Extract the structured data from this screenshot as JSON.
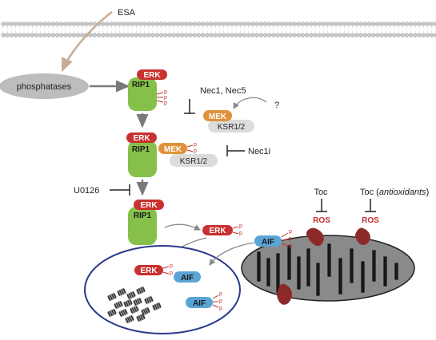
{
  "labels": {
    "esa": "ESA",
    "phosphatases": "phosphatases",
    "nec1_nec5": "Nec1, Nec5",
    "question": "?",
    "nec1i": "Nec1i",
    "u0126": "U0126",
    "toc": "Toc",
    "toc_antioxidants_prefix": "Toc (",
    "toc_antioxidants_italic": "antioxidants",
    "toc_antioxidants_suffix": ")"
  },
  "proteins": {
    "erk": "ERK",
    "rip1": "RIP1",
    "mek": "MEK",
    "ksr": "KSR1/2",
    "aif": "AIF",
    "ros": "ROS",
    "p": "p"
  },
  "colors": {
    "erk": "#c8312f",
    "rip1": "#86c04a",
    "mek": "#e0923a",
    "aif": "#5aa5d6",
    "ksr": "#dcdcdc",
    "ros": "#c03030",
    "mito": "#8a8a8a",
    "nucleus_border": "#2b3a8c",
    "esa_arrow": "#c8ad95"
  }
}
